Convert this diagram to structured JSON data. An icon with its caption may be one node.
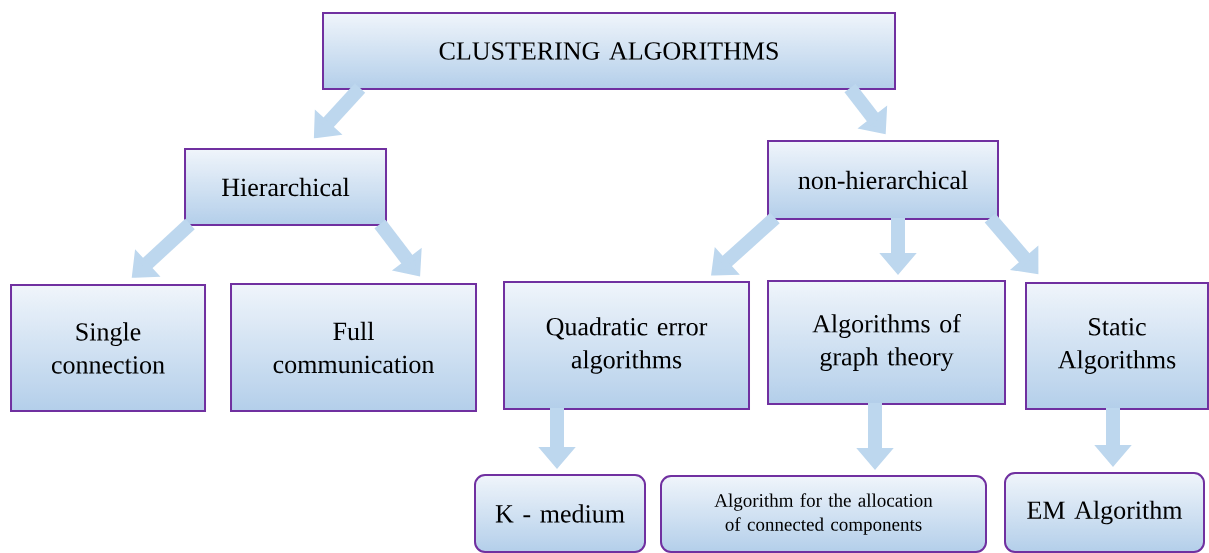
{
  "diagram": {
    "nodes": [
      {
        "text": [
          "CLUSTERING ALGORITHMS"
        ]
      },
      {
        "text": [
          "Hierarchical"
        ]
      },
      {
        "text": [
          "non-hierarchical"
        ]
      },
      {
        "text": [
          "Single connection"
        ]
      },
      {
        "text": [
          "Full communication"
        ]
      },
      {
        "text": [
          "Quadratic error algorithms"
        ]
      },
      {
        "text": [
          "Algorithms of graph theory"
        ]
      },
      {
        "text": [
          "Static Algorithms"
        ]
      },
      {
        "text": [
          "K - medium"
        ]
      },
      {
        "text": [
          "Algorithm for the allocation of connected components"
        ]
      },
      {
        "text": [
          "EM Algorithm"
        ]
      }
    ],
    "edges": [
      {
        "from": 0,
        "to": 1,
        "arrow": "to"
      },
      {
        "from": 0,
        "to": 2,
        "arrow": "to"
      },
      {
        "from": 1,
        "to": 3,
        "arrow": "to"
      },
      {
        "from": 1,
        "to": 4,
        "arrow": "to"
      },
      {
        "from": 2,
        "to": 5,
        "arrow": "to"
      },
      {
        "from": 2,
        "to": 6,
        "arrow": "to"
      },
      {
        "from": 2,
        "to": 7,
        "arrow": "to"
      },
      {
        "from": 5,
        "to": 8,
        "arrow": "to"
      },
      {
        "from": 6,
        "to": 9,
        "arrow": "to"
      },
      {
        "from": 7,
        "to": 10,
        "arrow": "to"
      }
    ]
  }
}
